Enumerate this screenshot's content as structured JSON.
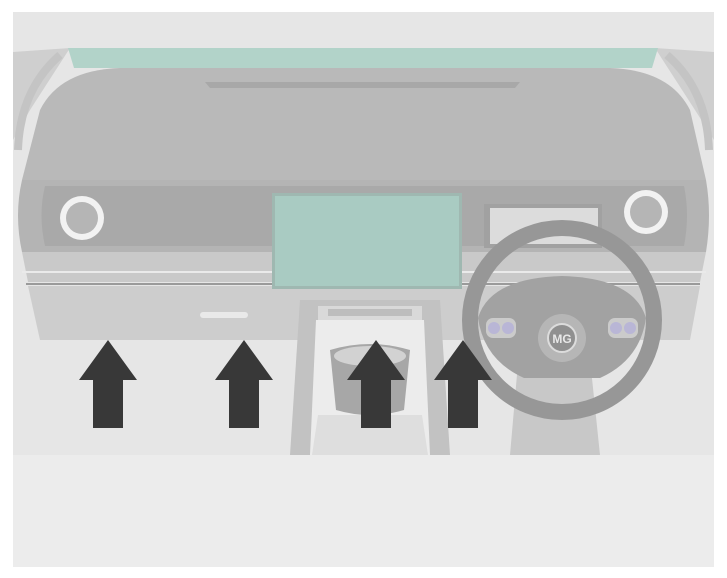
{
  "illustration": {
    "emblem_text": "MG",
    "colors": {
      "background": "#ffffff",
      "panel_upper": "#e6e6e6",
      "panel_lower": "#ececec",
      "cabin_shadow": "#d4d4d4",
      "dashboard": "#b9b9b9",
      "dashboard_dark": "#a4a4a4",
      "trim": "#c9c9c9",
      "screen_teal": "#a9cbc2",
      "windshield_teal": "#b2d3c9",
      "steering_wheel": "#979797",
      "wheel_button_accent": "#b9b6d6",
      "arrow": "#383838"
    },
    "arrows": [
      {
        "name": "arrow-1",
        "direction": "up"
      },
      {
        "name": "arrow-2",
        "direction": "up"
      },
      {
        "name": "arrow-3",
        "direction": "up"
      },
      {
        "name": "arrow-4",
        "direction": "up"
      }
    ]
  }
}
